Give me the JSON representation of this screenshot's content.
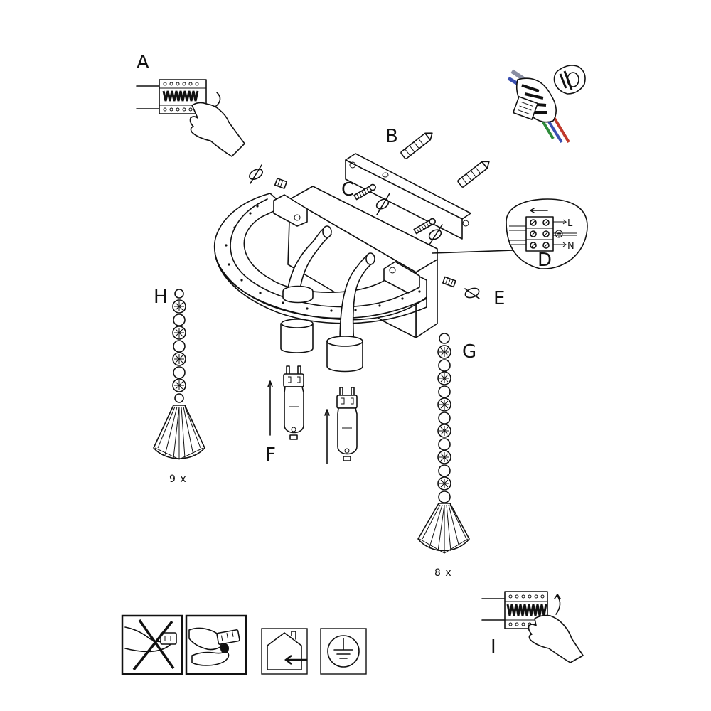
{
  "labels": {
    "a": "A",
    "b": "B",
    "c": "C",
    "d": "D",
    "e": "E",
    "f": "F",
    "g": "G",
    "h": "H",
    "i": "I"
  },
  "terminal_marks": {
    "live": "L",
    "neutral": "N"
  },
  "quantities": {
    "h_count": "9 x",
    "g_count": "8 x"
  },
  "icons": {
    "tape": "insulation-tape-icon",
    "no_touch": "no-touch-bulb-icon",
    "hold_bulb": "hold-bulb-with-glove-icon",
    "indoor": "indoor-use-icon",
    "ground": "ground-symbol-icon"
  },
  "colors": {
    "ink": "#111111",
    "wire_blue": "#3a4fb0",
    "wire_red": "#c0392b",
    "wire_green": "#2e8b3a",
    "wire_gray": "#8a8fa3"
  }
}
